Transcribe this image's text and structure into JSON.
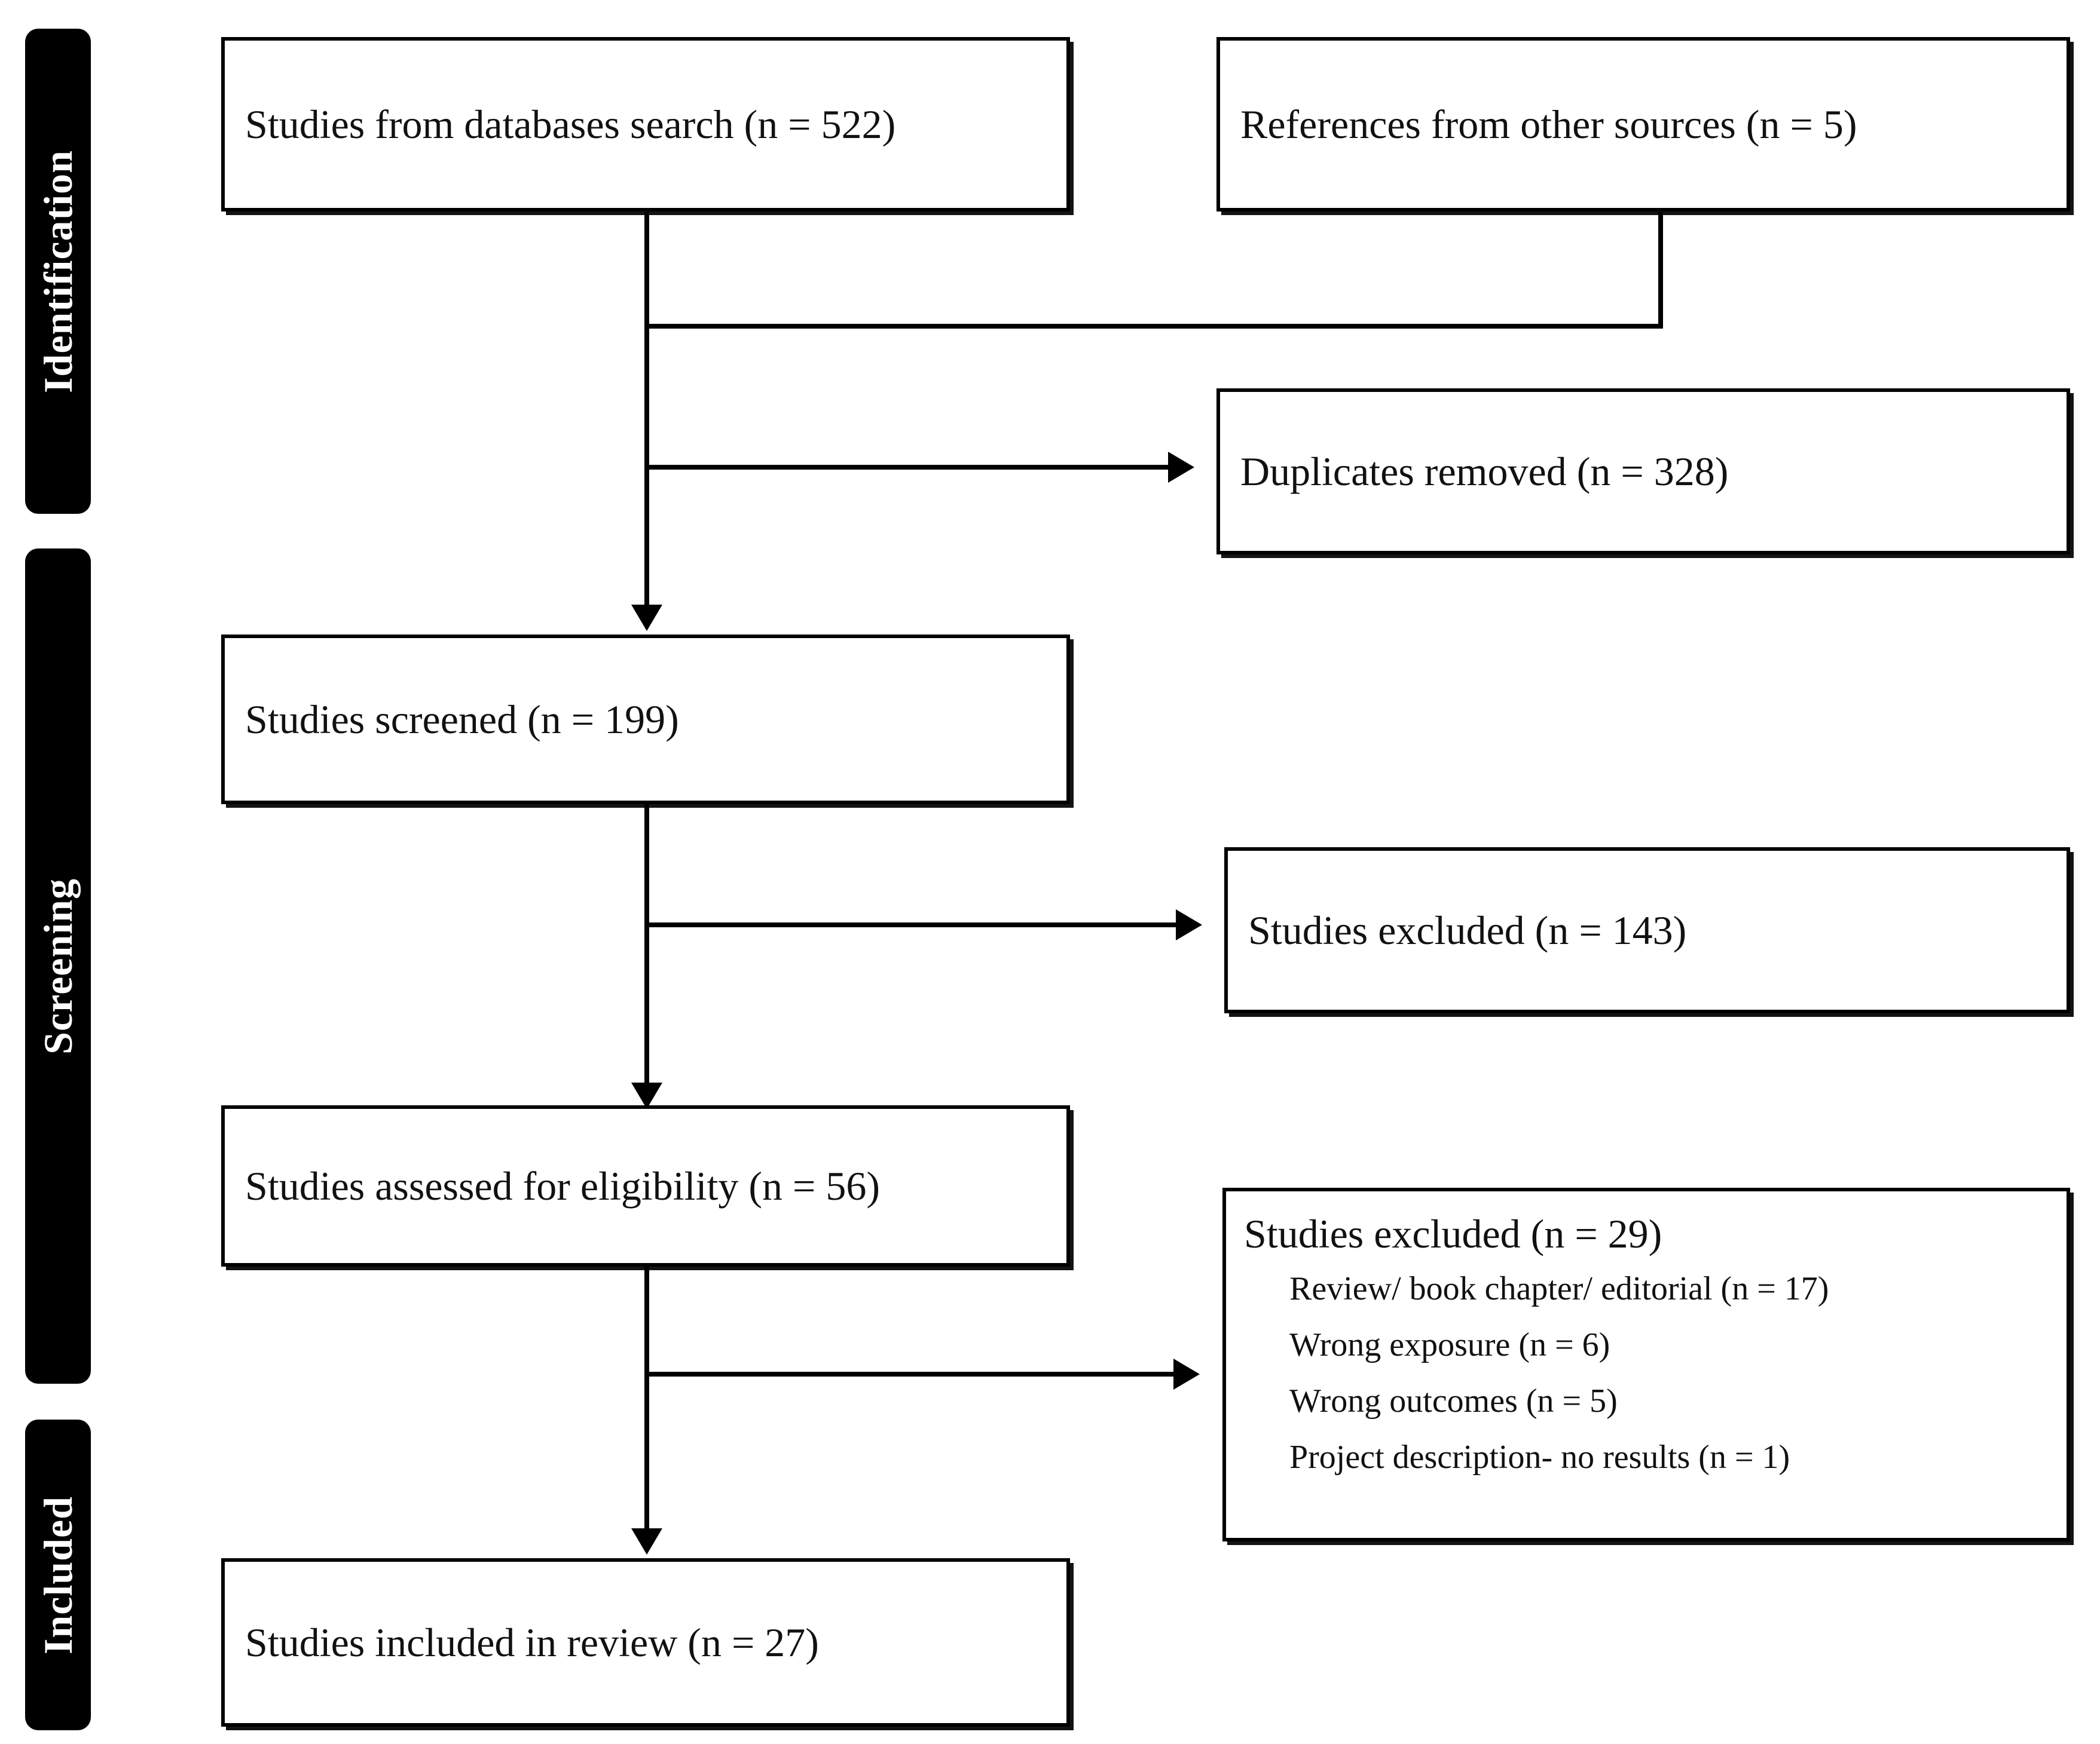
{
  "diagram": {
    "title": "PRISMA study selection flow diagram",
    "stages": [
      {
        "id": "identification",
        "label": "Identification"
      },
      {
        "id": "screening",
        "label": "Screening"
      },
      {
        "id": "included",
        "label": "Included"
      }
    ],
    "boxes": [
      {
        "id": "databases-search",
        "text": "Studies from databases search (n = 522)"
      },
      {
        "id": "other-sources",
        "text": "References from other sources (n = 5)"
      },
      {
        "id": "duplicates-removed",
        "text": "Duplicates removed (n = 328)"
      },
      {
        "id": "studies-screened",
        "text": "Studies screened (n = 199)"
      },
      {
        "id": "studies-excluded-screening",
        "text": "Studies excluded (n = 143)"
      },
      {
        "id": "studies-assessed",
        "text": "Studies assessed for eligibility (n = 56)"
      },
      {
        "id": "studies-included",
        "text": "Studies included in review (n = 27)"
      }
    ],
    "excluded_eligibility": {
      "heading": "Studies excluded (n = 29)",
      "reasons": [
        "Review/ book chapter/ editorial (n = 17)",
        "Wrong exposure (n = 6)",
        "Wrong outcomes (n = 5)",
        "Project description- no results (n = 1)"
      ]
    }
  },
  "chart_data": {
    "type": "diagram",
    "title": "PRISMA flow diagram",
    "nodes": [
      {
        "id": "databases-search",
        "stage": "Identification",
        "label": "Studies from databases search",
        "n": 522
      },
      {
        "id": "other-sources",
        "stage": "Identification",
        "label": "References from other sources",
        "n": 5
      },
      {
        "id": "duplicates-removed",
        "stage": "Identification",
        "label": "Duplicates removed",
        "n": 328
      },
      {
        "id": "studies-screened",
        "stage": "Screening",
        "label": "Studies screened",
        "n": 199
      },
      {
        "id": "studies-excluded-screening",
        "stage": "Screening",
        "label": "Studies excluded",
        "n": 143
      },
      {
        "id": "studies-assessed",
        "stage": "Screening",
        "label": "Studies assessed for eligibility",
        "n": 56
      },
      {
        "id": "studies-excluded-eligibility",
        "stage": "Screening",
        "label": "Studies excluded",
        "n": 29
      },
      {
        "id": "studies-included",
        "stage": "Included",
        "label": "Studies included in review",
        "n": 27
      }
    ],
    "exclusion_reasons": [
      {
        "label": "Review/ book chapter/ editorial",
        "n": 17
      },
      {
        "label": "Wrong exposure",
        "n": 6
      },
      {
        "label": "Wrong outcomes",
        "n": 5
      },
      {
        "label": "Project description- no results",
        "n": 1
      }
    ],
    "edges": [
      {
        "from": "databases-search",
        "to": "studies-screened"
      },
      {
        "from": "other-sources",
        "to": "studies-screened"
      },
      {
        "from": "databases-search",
        "to": "duplicates-removed"
      },
      {
        "from": "studies-screened",
        "to": "studies-assessed"
      },
      {
        "from": "studies-screened",
        "to": "studies-excluded-screening"
      },
      {
        "from": "studies-assessed",
        "to": "studies-included"
      },
      {
        "from": "studies-assessed",
        "to": "studies-excluded-eligibility"
      }
    ],
    "colors": {
      "box_border": "#000000",
      "box_fill": "#ffffff",
      "stage_bar": "#000000",
      "stage_text": "#ffffff"
    }
  }
}
